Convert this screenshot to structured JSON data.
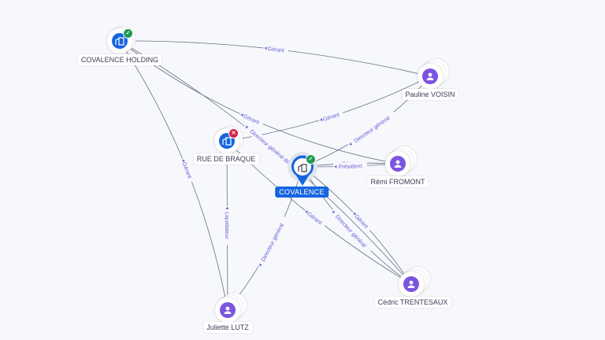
{
  "nodes": [
    {
      "id": "covalence-holding",
      "label": "COVALENCE HOLDING",
      "type": "company",
      "status": "active",
      "status_icon": "check-icon"
    },
    {
      "id": "rue-de-braque",
      "label": "RUE DE BRAQUE",
      "type": "company",
      "status": "closed",
      "status_icon": "close-icon"
    },
    {
      "id": "covalence",
      "label": "COVALENCE",
      "type": "company",
      "status": "active",
      "status_icon": "check-icon",
      "focused": true
    },
    {
      "id": "pauline-voisin",
      "label": "Pauline VOISIN",
      "type": "person"
    },
    {
      "id": "remi-fromont",
      "label": "Rémi FROMONT",
      "type": "person"
    },
    {
      "id": "cedric-trentesaux",
      "label": "Cédric TRENTESAUX",
      "type": "person"
    },
    {
      "id": "juliette-lutz",
      "label": "Juliette LUTZ",
      "type": "person"
    }
  ],
  "edges": [
    {
      "from": "pauline-voisin",
      "to": "covalence-holding",
      "label": "Gérant"
    },
    {
      "from": "pauline-voisin",
      "to": "rue-de-braque",
      "label": "Gérant"
    },
    {
      "from": "pauline-voisin",
      "to": "covalence",
      "label": "Directeur général"
    },
    {
      "from": "remi-fromont",
      "to": "covalence-holding",
      "label": "Gérant"
    },
    {
      "from": "remi-fromont",
      "to": "covalence",
      "label": "Gérant"
    },
    {
      "from": "remi-fromont",
      "to": "covalence",
      "label": "Président"
    },
    {
      "from": "cedric-trentesaux",
      "to": "covalence",
      "label": "Gérant"
    },
    {
      "from": "cedric-trentesaux",
      "to": "covalence",
      "label": "Directeur général"
    },
    {
      "from": "cedric-trentesaux",
      "to": "rue-de-braque",
      "label": "Gérant"
    },
    {
      "from": "cedric-trentesaux",
      "to": "covalence-holding",
      "label": "Directeur général délégué"
    },
    {
      "from": "juliette-lutz",
      "to": "rue-de-braque",
      "label": "Liquidateur"
    },
    {
      "from": "juliette-lutz",
      "to": "covalence",
      "label": "Directeur général"
    },
    {
      "from": "juliette-lutz",
      "to": "covalence-holding",
      "label": "Gérant"
    }
  ],
  "colors": {
    "company": "#1565e0",
    "person": "#7b55e0",
    "active_badge": "#1e9a55",
    "closed_badge": "#d62246",
    "edge": "#6a7086",
    "edge_label": "#6a5ad6"
  }
}
